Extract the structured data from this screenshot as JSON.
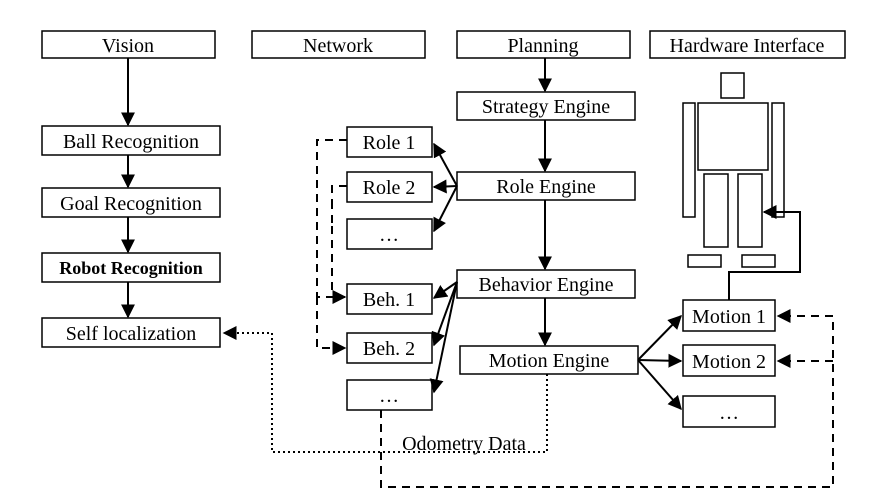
{
  "headers": {
    "vision": "Vision",
    "network": "Network",
    "planning": "Planning",
    "hardware": "Hardware Interface"
  },
  "vision": {
    "ball": "Ball Recognition",
    "goal": "Goal Recognition",
    "robot": "Robot Recognition",
    "self": "Self localization"
  },
  "planning": {
    "strategy": "Strategy Engine",
    "role": "Role Engine",
    "behavior": "Behavior Engine",
    "motion": "Motion Engine"
  },
  "network": {
    "role1": "Role 1",
    "role2": "Role 2",
    "role_more": "…",
    "beh1": "Beh. 1",
    "beh2": "Beh. 2",
    "beh_more": "…"
  },
  "hardware": {
    "motion1": "Motion 1",
    "motion2": "Motion 2",
    "motion_more": "…"
  },
  "annotations": {
    "odometry": "Odometry Data"
  },
  "colors": {
    "stroke": "#000000",
    "background": "#ffffff"
  }
}
